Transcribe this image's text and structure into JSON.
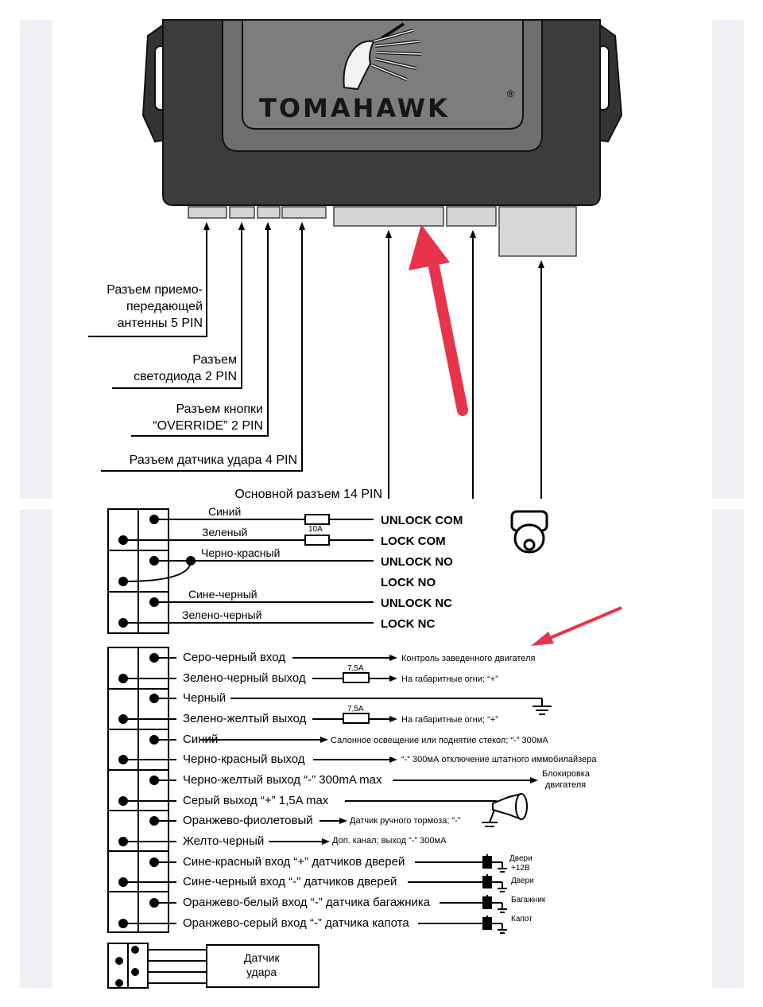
{
  "brand": {
    "name": "TOMAHAWK",
    "mark": "®"
  },
  "connectors": {
    "antenna": [
      "Разъем приемо-",
      "передающей",
      "антенны 5 PIN"
    ],
    "led": [
      "Разъем",
      "светодиода 2 PIN"
    ],
    "override": [
      "Разъем кнопки",
      "“OVERRIDE” 2 PIN"
    ],
    "shock": "Разъем датчика удара 4 PIN",
    "main": "Основной разъем 14 PIN"
  },
  "lock_block": {
    "wires": [
      {
        "color": "Синий",
        "output": "UNLOCK COM",
        "fuse": ""
      },
      {
        "color": "Зеленый",
        "output": "LOCK COM",
        "fuse": "10A"
      },
      {
        "color": "Черно-красный",
        "output": "UNLOCK NO"
      },
      {
        "color": "",
        "output": "LOCK NO"
      },
      {
        "color": "Сине-черный",
        "output": "UNLOCK NC"
      },
      {
        "color": "Зелено-черный",
        "output": "LOCK NC"
      }
    ]
  },
  "main_block": {
    "wires": [
      {
        "label": "Серо-черный вход",
        "target": "Контроль заведенного двигателя"
      },
      {
        "label": "Зелено-черный выход",
        "fuse": "7,5A",
        "target": "На габаритные огни; “+”"
      },
      {
        "label": "Черный"
      },
      {
        "label": "Зелено-желтый выход",
        "fuse": "7,5A",
        "target": "На габаритные огни; “+”"
      },
      {
        "label": "Синий",
        "target": "Салонное освещение или поднятие стекол; “-” 300мА"
      },
      {
        "label": "Черно-красный выход",
        "target": "“-” 300мА отключение штатного иммобилайзера"
      },
      {
        "label": "Черно-желтый выход “-” 300mA max",
        "target": [
          "Блокировка",
          "двигателя"
        ]
      },
      {
        "label": "Серый  выход “+” 1,5A max"
      },
      {
        "label": "Оранжево-фиолетовый",
        "target": "Датчик ручного тормоза; “-”"
      },
      {
        "label": "Желто-черный",
        "target": "Доп. канал; выход “-” 300мА"
      },
      {
        "label": "Сине-красный вход “+” датчиков дверей",
        "target": [
          "Двери",
          "+12В"
        ]
      },
      {
        "label": "Сине-черный вход “-” датчиков дверей",
        "target": "Двери"
      },
      {
        "label": "Оранжево-белый вход “-” датчика багажника",
        "target": "Багажник"
      },
      {
        "label": "Оранжево-серый вход “-” датчика капота",
        "target": "Капот"
      }
    ]
  },
  "shock_sensor": [
    "Датчик",
    "удара"
  ],
  "colors": {
    "annotation_arrow": "#e8344a",
    "device_body": "#3c3c3c",
    "device_face": "#6e6e6e"
  }
}
